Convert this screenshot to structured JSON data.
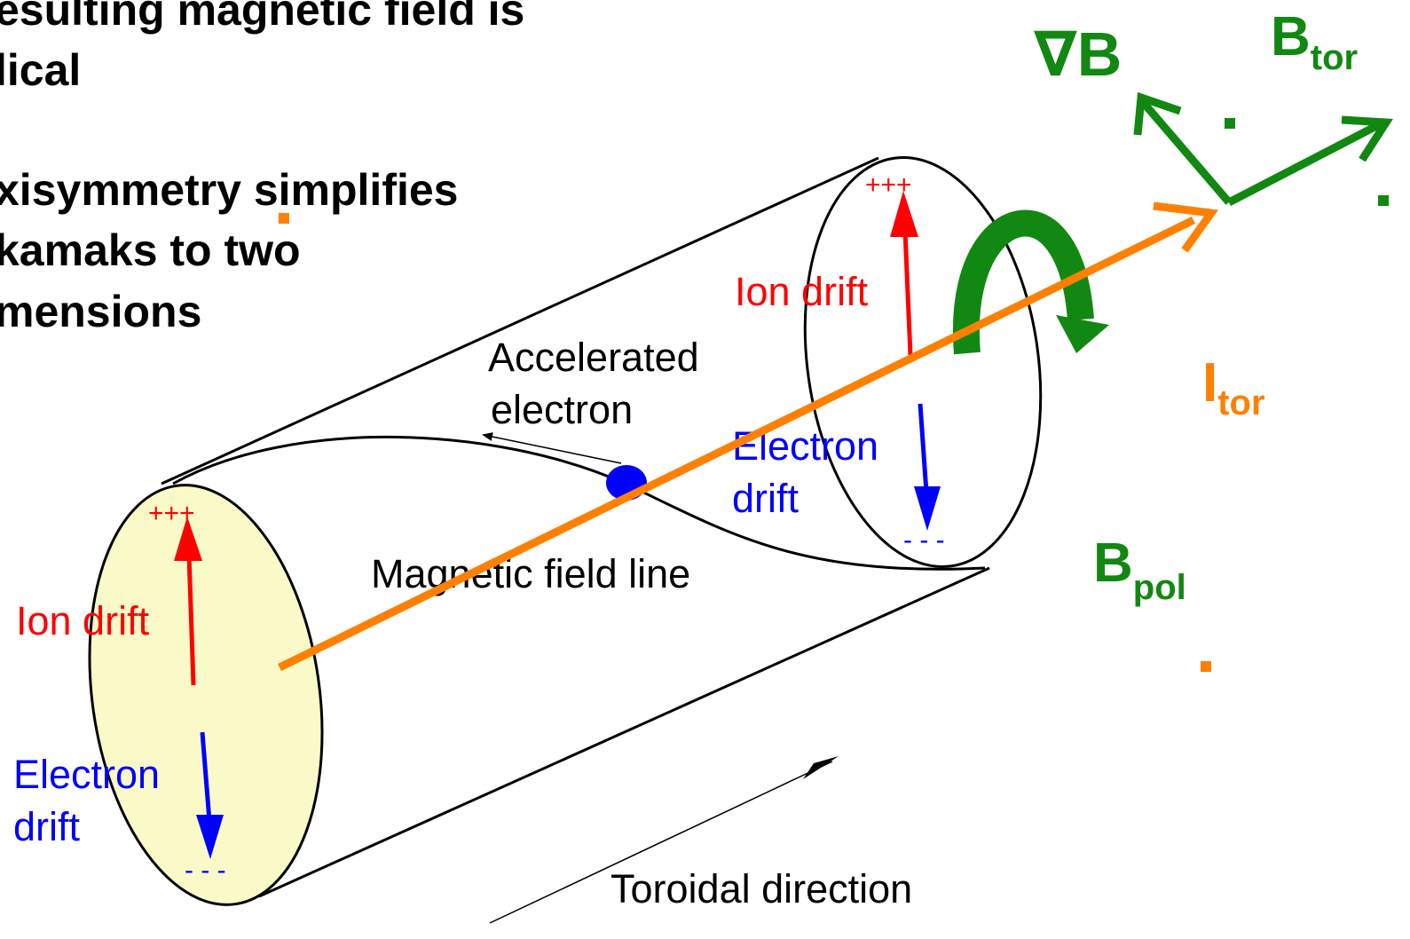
{
  "bullets": [
    "esulting magnetic field is",
    "lical",
    "xisymmetry simplifies",
    "kamaks to two",
    "mensions"
  ],
  "labels": {
    "ion_drift_left": "Ion drift",
    "ion_drift_right": "Ion drift",
    "electron_left_1": "Electron",
    "electron_left_2": "drift",
    "electron_right_1": "Electron",
    "electron_right_2": "drift",
    "accelerated_1": "Accelerated",
    "accelerated_2": "electron",
    "field_line": "Magnetic field line",
    "toroidal": "Toroidal direction",
    "plus_left": "+++",
    "plus_right": "+++",
    "minus_left": "- - -",
    "minus_right": "- - -"
  },
  "symbols": {
    "grad_b": "∇B",
    "b_tor": "B",
    "b_tor_sub": "tor",
    "i_tor": "I",
    "i_tor_sub": "tor",
    "b_pol": "B",
    "b_pol_sub": "pol"
  },
  "colors": {
    "ion": "#ff0000",
    "electron": "#0000ff",
    "field": "#118811",
    "current": "#ff8000",
    "end_cap": "#fafac8"
  }
}
